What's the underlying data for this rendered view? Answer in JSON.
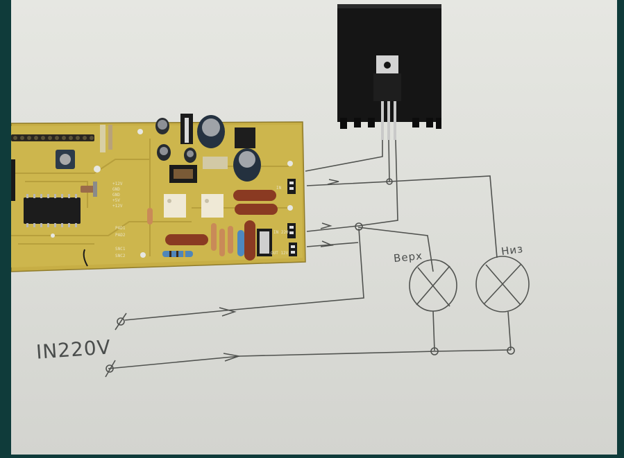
{
  "image": {
    "subjects": [
      "circuit-board",
      "transistor-heatsink",
      "hand-drawn-wiring",
      "lamp-symbols"
    ]
  },
  "handwriting": {
    "input_label": "IN220V",
    "lamp_top_label": "Верх",
    "lamp_bottom_label": "Низ"
  },
  "pcb_silkscreen": {
    "labels": [
      "+12V",
      "GND",
      "GND",
      "+5V",
      "+12V",
      "PAD1",
      "PAD2",
      "SNC1",
      "SNC2",
      "IN",
      "IN 220",
      "OUT 12V"
    ]
  },
  "colors": {
    "background_border": "#0f3b3a",
    "paper": "#e2e3de",
    "pcb": "#c9b24a",
    "heatsink": "#141414",
    "ink": "#4a4d4c"
  }
}
